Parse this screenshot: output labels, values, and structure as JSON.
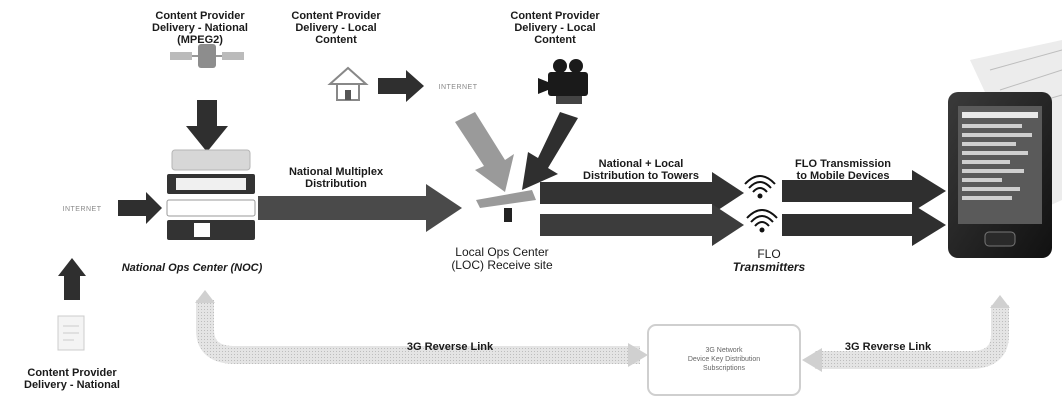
{
  "labels": {
    "cp_national_mpeg2": [
      "Content Provider",
      "Delivery - National",
      "(MPEG2)"
    ],
    "cp_local_1": [
      "Content Provider",
      "Delivery - Local",
      "Content"
    ],
    "cp_local_2": [
      "Content Provider",
      "Delivery - Local",
      "Content"
    ],
    "internet_left": "INTERNET",
    "internet_top": "INTERNET",
    "noc": "National Ops Center (NOC)",
    "national_multiplex": [
      "National Multiplex",
      "Distribution"
    ],
    "loc": [
      "Local Ops Center",
      "(LOC) Receive site"
    ],
    "national_local_dist": [
      "National + Local",
      "Distribution to Towers"
    ],
    "flo_transmission": [
      "FLO Transmission",
      "to Mobile Devices"
    ],
    "flo_transmitters": [
      "FLO",
      "Transmitters"
    ],
    "reverse_link_left": "3G Reverse Link",
    "reverse_link_right": "3G Reverse Link",
    "network_box": [
      "3G Network",
      "Device Key Distribution",
      "Subscriptions"
    ],
    "cp_national_bottom": [
      "Content Provider",
      "Delivery - National"
    ]
  },
  "colors": {
    "dark_arrow": "#2f2f2f",
    "gray_arrow": "#9a9a9a",
    "light_arrow": "#d6d6d6",
    "text": "#1a1a1a"
  }
}
